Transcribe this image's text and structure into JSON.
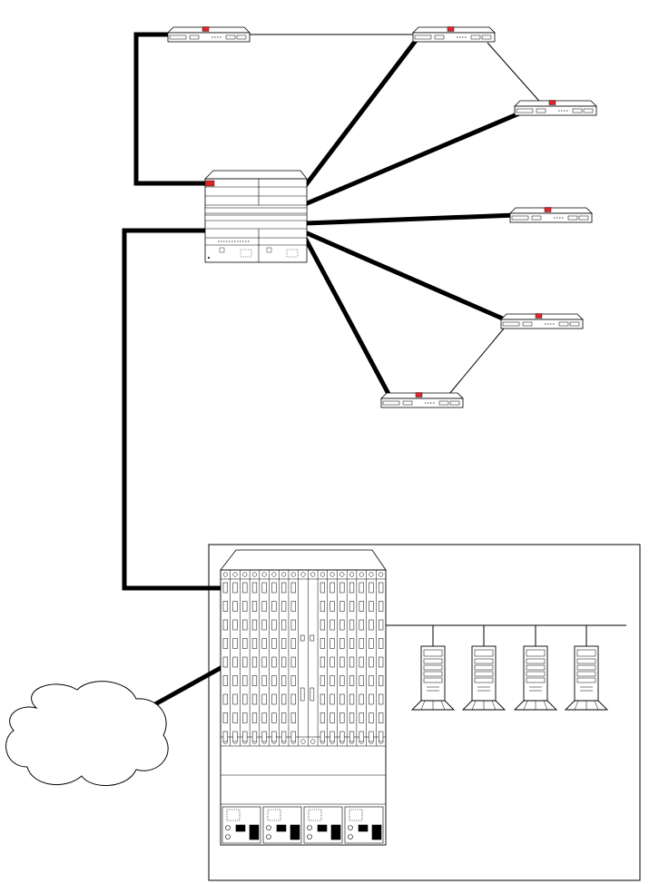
{
  "diagram": {
    "colors": {
      "line": "#000000",
      "device_fill": "#ffffff",
      "accent_red": "#e0242b",
      "background": "#ffffff"
    },
    "nodes": {
      "router_top_left": {
        "type": "router",
        "icon": "router-icon"
      },
      "router_top_right": {
        "type": "router",
        "icon": "router-icon"
      },
      "router_right_1": {
        "type": "router",
        "icon": "router-icon"
      },
      "router_right_2": {
        "type": "router",
        "icon": "router-icon"
      },
      "router_right_3": {
        "type": "router",
        "icon": "router-icon"
      },
      "router_bottom": {
        "type": "router",
        "icon": "router-icon"
      },
      "core_switch": {
        "type": "chassis-switch",
        "icon": "switch-chassis-icon"
      },
      "main_chassis": {
        "type": "modular-chassis",
        "icon": "modular-chassis-icon"
      },
      "servers": {
        "type": "server",
        "icon": "tower-server-icon",
        "count": 4
      },
      "cloud": {
        "type": "wan-cloud",
        "icon": "cloud-icon"
      }
    },
    "links": {
      "thick": [
        [
          "router_top_left",
          "core_switch"
        ],
        [
          "router_top_right",
          "core_switch"
        ],
        [
          "router_right_1",
          "core_switch"
        ],
        [
          "router_right_2",
          "core_switch"
        ],
        [
          "router_right_3",
          "core_switch"
        ],
        [
          "router_bottom",
          "core_switch"
        ],
        [
          "core_switch",
          "main_chassis"
        ],
        [
          "cloud",
          "main_chassis"
        ]
      ],
      "thin": [
        [
          "router_top_left",
          "router_top_right"
        ],
        [
          "router_top_right",
          "router_right_1"
        ],
        [
          "router_right_3",
          "router_bottom"
        ],
        [
          "main_chassis",
          "servers"
        ]
      ]
    }
  }
}
